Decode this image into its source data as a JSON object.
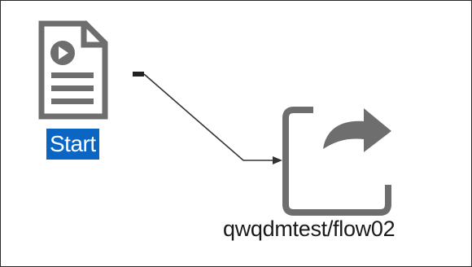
{
  "canvas": {
    "nodes": {
      "start": {
        "label": "Start",
        "icon": "document-play-icon",
        "selected": true
      },
      "flow": {
        "label": "qwqdmtest/flow02",
        "icon": "subflow-redirect-icon"
      }
    },
    "connector": {
      "from": "Start",
      "to": "qwqdmtest/flow02"
    }
  },
  "colors": {
    "icon_gray": "#6e6e6e",
    "selection_bg": "#0a66c2",
    "selection_text": "#ffffff",
    "connector": "#333333"
  }
}
